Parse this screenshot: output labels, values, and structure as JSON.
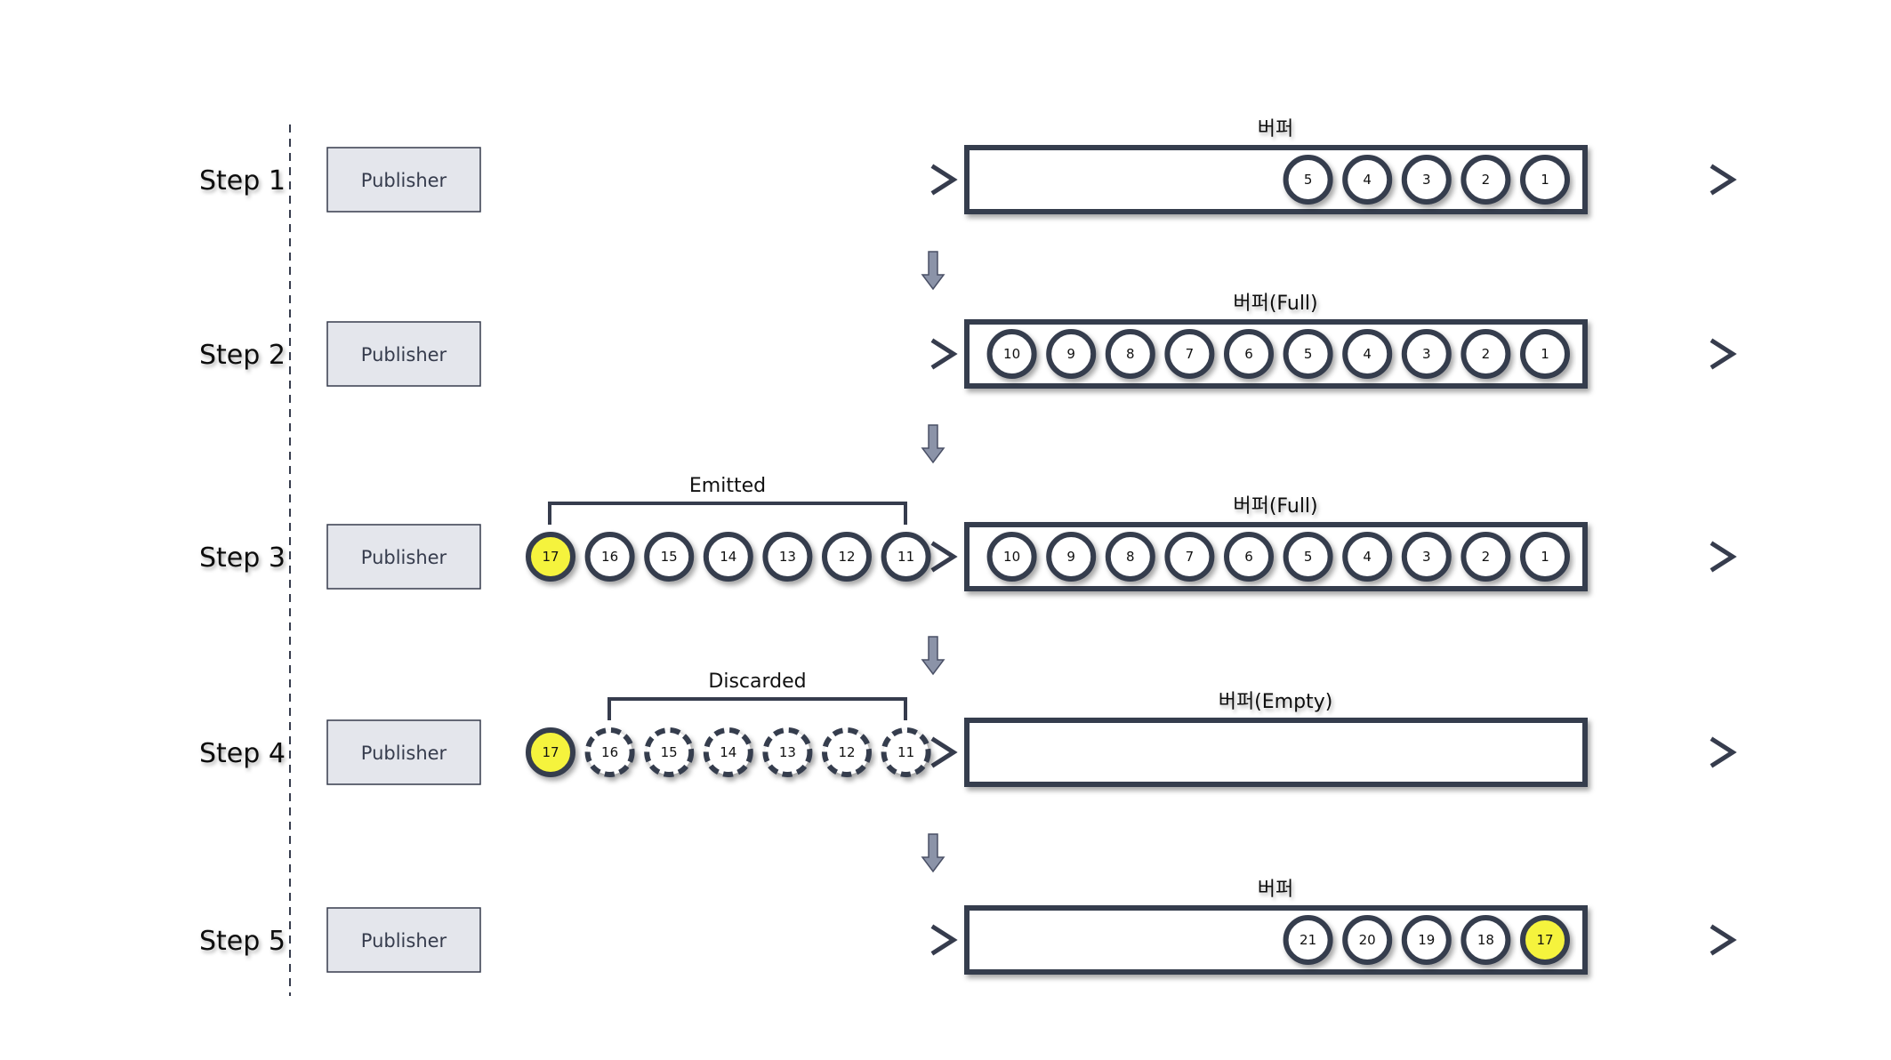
{
  "colors": {
    "line": "#363c4d",
    "publisher_fill": "#e4e6ec",
    "publisher_stroke": "#363c4d",
    "marble_fill": "#ffffff",
    "highlight": "#f5f33d",
    "step_arrow_fill": "#8b93a8"
  },
  "publisher_label": "Publisher",
  "steps": [
    {
      "label": "Step 1",
      "buffer_label": "버퍼",
      "incoming": [],
      "incoming_style": "none",
      "bracket_label": "",
      "buffer": [
        "5",
        "4",
        "3",
        "2",
        "1"
      ],
      "buffer_highlight": []
    },
    {
      "label": "Step 2",
      "buffer_label": "버퍼(Full)",
      "incoming": [],
      "incoming_style": "none",
      "bracket_label": "",
      "buffer": [
        "10",
        "9",
        "8",
        "7",
        "6",
        "5",
        "4",
        "3",
        "2",
        "1"
      ],
      "buffer_highlight": []
    },
    {
      "label": "Step 3",
      "buffer_label": "버퍼(Full)",
      "incoming": [
        "17",
        "16",
        "15",
        "14",
        "13",
        "12",
        "11"
      ],
      "incoming_highlight": [
        "17"
      ],
      "incoming_style": "solid",
      "bracket_label": "Emitted",
      "buffer": [
        "10",
        "9",
        "8",
        "7",
        "6",
        "5",
        "4",
        "3",
        "2",
        "1"
      ],
      "buffer_highlight": []
    },
    {
      "label": "Step 4",
      "buffer_label": "버퍼(Empty)",
      "incoming": [
        "17",
        "16",
        "15",
        "14",
        "13",
        "12",
        "11"
      ],
      "incoming_highlight": [
        "17"
      ],
      "incoming_style": "dashed",
      "bracket_label": "Discarded",
      "buffer": [],
      "buffer_highlight": []
    },
    {
      "label": "Step 5",
      "buffer_label": "버퍼",
      "incoming": [],
      "incoming_style": "none",
      "bracket_label": "",
      "buffer": [
        "21",
        "20",
        "19",
        "18",
        "17"
      ],
      "buffer_highlight": [
        "17"
      ]
    }
  ]
}
